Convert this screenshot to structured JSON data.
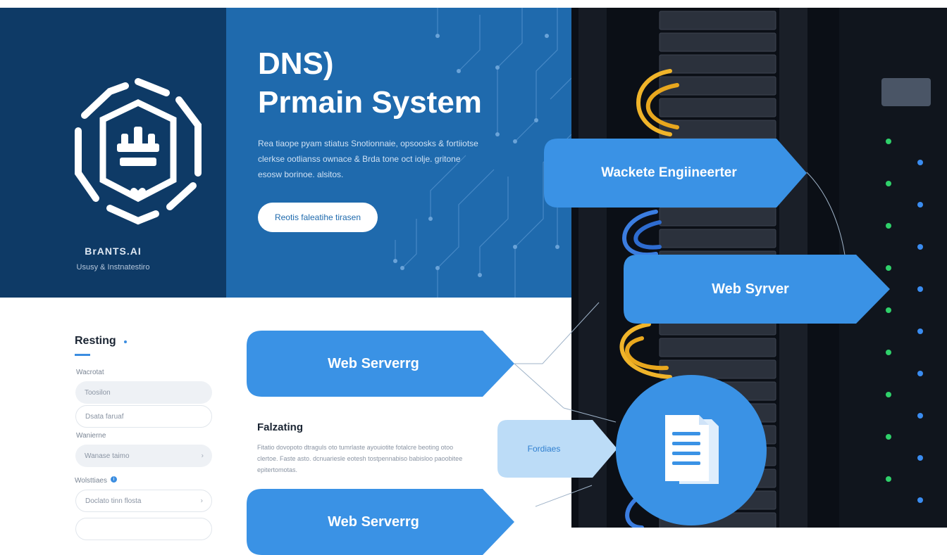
{
  "brand": {
    "name": "BrANTS.AI",
    "tagline": "Ususy & Instnatestiro"
  },
  "hero": {
    "title_line1": "DNS)",
    "title_line2": "Prmain System",
    "description_lines": [
      "Rea tiaope pyam stiatus Snotionnaie, opsoosks & fortiiotse",
      "clerkse ootlianss ownace & Brda tone oct iolje. gritone",
      "esosw borinoe. alsitos."
    ],
    "button_label": "Reotis faleatihe tirasen"
  },
  "settings": {
    "title": "Resting",
    "fields": [
      {
        "label": "Wacrotat",
        "value": "Toosilon",
        "style": "filled"
      },
      {
        "label": "",
        "value": "Dsata faruaf",
        "style": "outline"
      },
      {
        "label": "Wanierne",
        "value": "Wanase taimo",
        "style": "filled"
      },
      {
        "label": "Wolsttiaes",
        "value": "Doclato tinn flosta",
        "style": "outline"
      }
    ]
  },
  "flow": {
    "mid_box_label": "Web Serverrg",
    "bottom_box_label": "Web Serverrg",
    "right_box_1_label": "Wackete Engiineerter",
    "right_box_2_label": "Web Syrver",
    "small_box_label": "Fordiaes"
  },
  "floating": {
    "title": "Falzating",
    "description_lines": [
      "Fitatio dovopoto dtraguls oto tumrlaste ayouiotite fotalcre beoting otoo",
      "clertoe. Faste asto. dcnuariesle eotesh tostpennabiso babisloo paoobitee",
      "epitertomotas."
    ]
  },
  "colors": {
    "brand_panel": "#0e3a66",
    "hero_panel": "#1f6aad",
    "flow_blue": "#3a92e5",
    "flow_light": "#bcdcf7"
  },
  "icons": [
    "hexagon-logo-icon",
    "document-icon",
    "info-icon",
    "chevron-icon"
  ]
}
